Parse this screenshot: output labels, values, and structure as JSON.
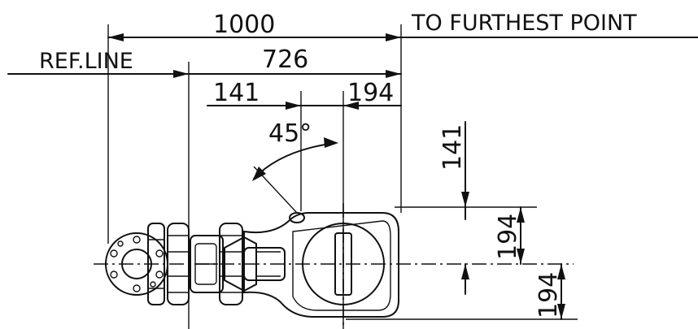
{
  "labels": {
    "dim_total": "1000",
    "to_furthest_point": "TO FURTHEST POINT",
    "ref_line": "REF.LINE",
    "dim_726": "726",
    "dim_141_h": "141",
    "dim_194_h": "194",
    "angle": "45°",
    "dim_141_v": "141",
    "dim_194_v_upper": "194",
    "dim_194_v_lower": "194"
  }
}
